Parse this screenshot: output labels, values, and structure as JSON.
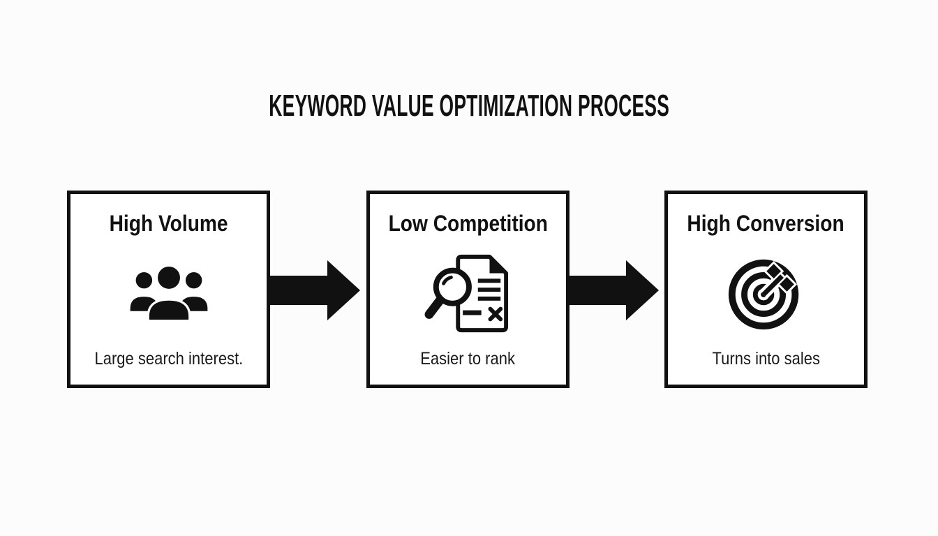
{
  "page": {
    "title": "KEYWORD VALUE OPTIMIZATION PROCESS"
  },
  "steps": [
    {
      "heading": "High Volume",
      "caption": "Large search interest.",
      "icon": "people-group-icon"
    },
    {
      "heading": "Low Competition",
      "caption": "Easier to rank",
      "icon": "search-document-icon"
    },
    {
      "heading": "High Conversion",
      "caption": "Turns into sales",
      "icon": "target-arrow-icon"
    }
  ],
  "connectors": [
    {
      "type": "arrow-right"
    },
    {
      "type": "arrow-right"
    }
  ],
  "colors": {
    "background": "#fcfcfc",
    "panel": "#ffffff",
    "ink": "#111111"
  }
}
